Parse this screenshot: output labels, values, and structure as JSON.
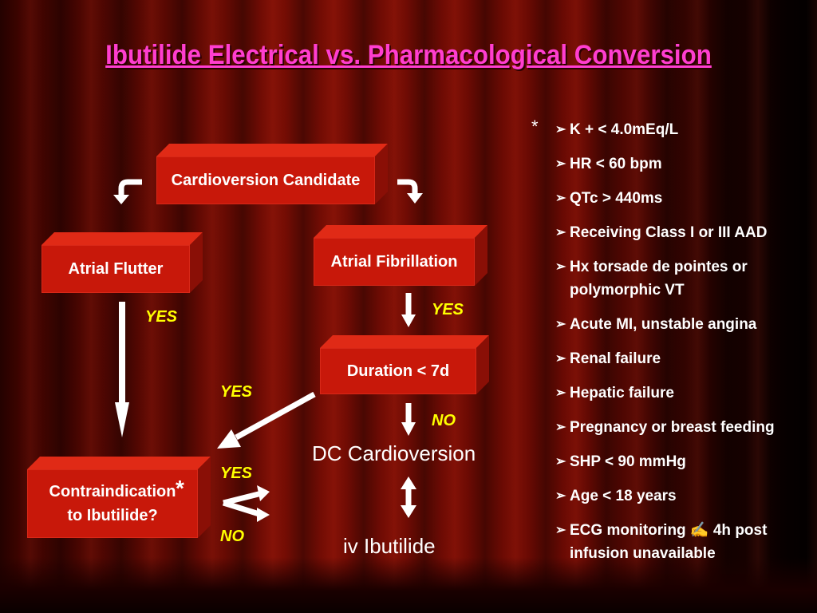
{
  "title": "Ibutilide Electrical vs. Pharmacological Conversion",
  "nodes": {
    "candidate": "Cardioversion Candidate",
    "flutter": "Atrial Flutter",
    "fibrillation": "Atrial Fibrillation",
    "duration": "Duration < 7d",
    "contra_line1": "Contraindication",
    "contra_line2": "to Ibutilide?",
    "contra_star": "*",
    "dc": "DC Cardioversion",
    "iv": "iv Ibutilide"
  },
  "labels": {
    "yes_flutter": "YES",
    "yes_fib": "YES",
    "yes_duration": "YES",
    "no_duration": "NO",
    "yes_contra": "YES",
    "no_contra": "NO"
  },
  "contraindications": {
    "marker": "*",
    "items": [
      "K + < 4.0mEq/L",
      "HR < 60 bpm",
      "QTc > 440ms",
      "Receiving Class I or III AAD",
      "Hx torsade de pointes or polymorphic VT",
      "Acute MI, unstable angina",
      "Renal failure",
      "Hepatic failure",
      "Pregnancy or breast feeding",
      "SHP < 90 mmHg",
      "Age < 18 years",
      "ECG monitoring ✍ 4h post infusion unavailable"
    ]
  }
}
